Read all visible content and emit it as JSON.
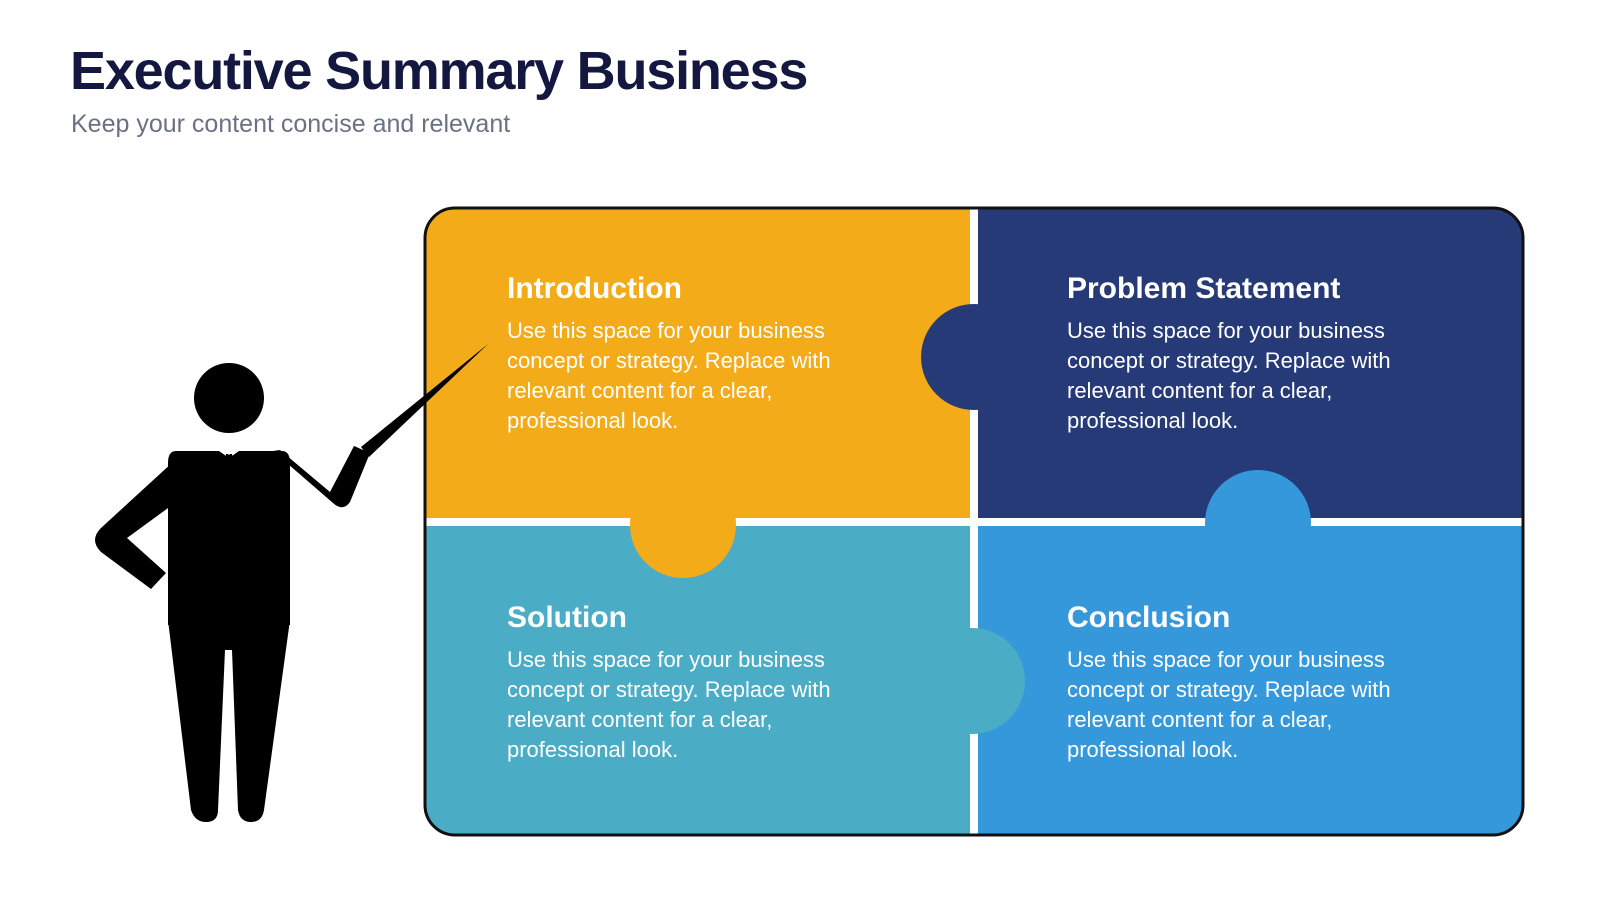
{
  "header": {
    "title": "Executive Summary Business",
    "subtitle": "Keep your content concise and relevant"
  },
  "colors": {
    "title": "#14173f",
    "subtitle": "#6b7185",
    "introduction": "#f4ab1a",
    "problem_statement": "#273a78",
    "solution": "#4aacc5",
    "conclusion": "#3598db",
    "figure": "#000000"
  },
  "sections": {
    "introduction": {
      "title": "Introduction",
      "text": "Use this space for your business concept or strategy. Replace with relevant content for a clear, professional look."
    },
    "problem_statement": {
      "title": "Problem Statement",
      "text": "Use this space for your business concept or strategy. Replace with relevant content for a clear, professional look."
    },
    "solution": {
      "title": "Solution",
      "text": "Use this space for your business concept or strategy. Replace with relevant content for a clear, professional look."
    },
    "conclusion": {
      "title": "Conclusion",
      "text": "Use this space for your business concept or strategy. Replace with relevant content for a clear, professional look."
    }
  },
  "figure": {
    "icon": "presenter-with-pointer-icon"
  }
}
